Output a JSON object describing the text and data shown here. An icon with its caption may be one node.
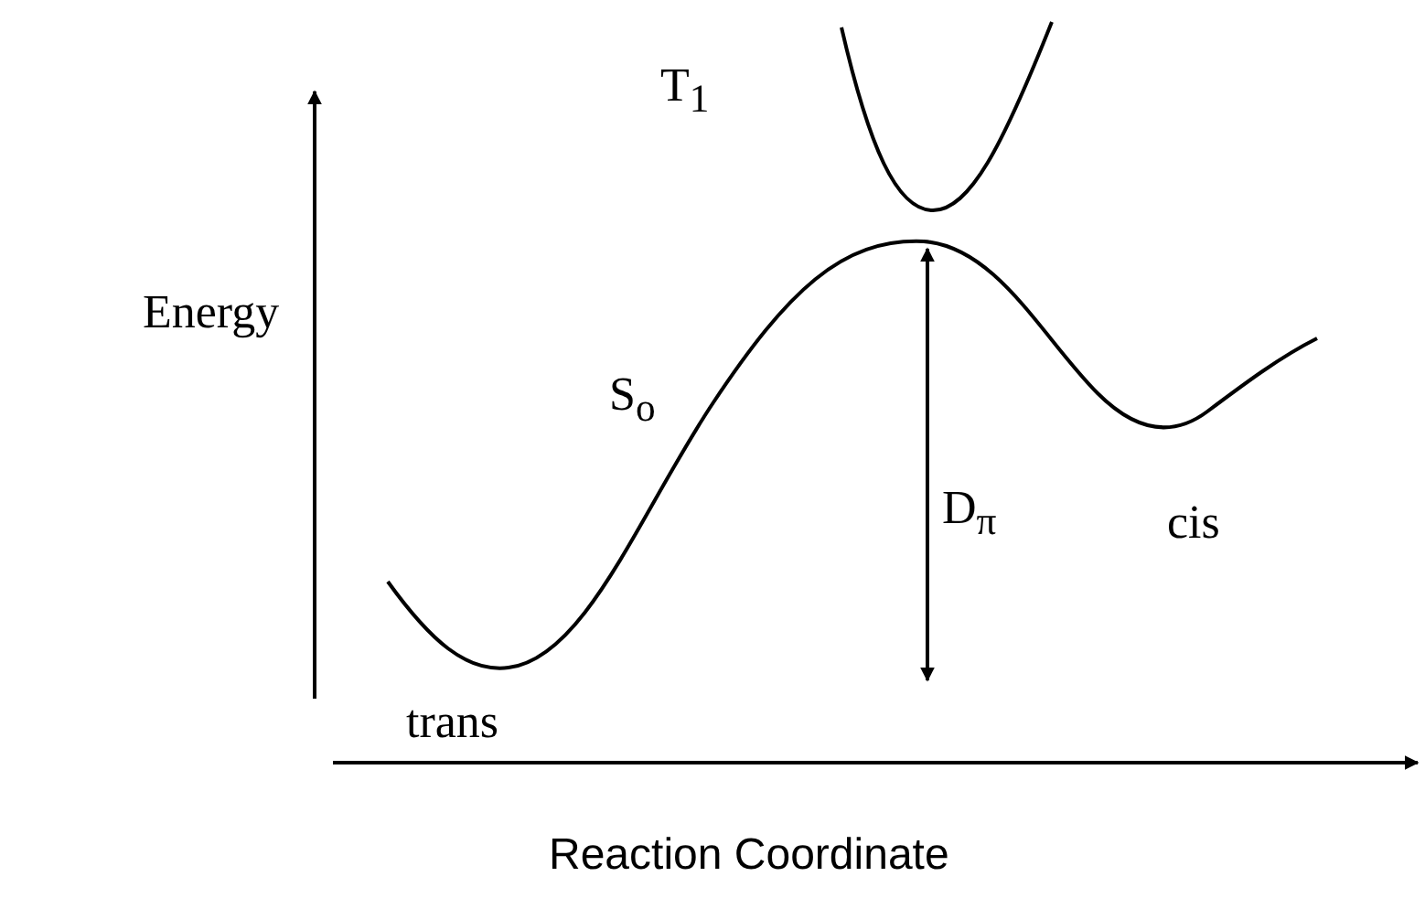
{
  "diagram": {
    "labels": [
      "T$_{1}$",
      "Energy",
      "S$_{o}$",
      "D$_{π}$",
      "cis",
      "trans",
      "Reaction Coordinate"
    ]
  }
}
